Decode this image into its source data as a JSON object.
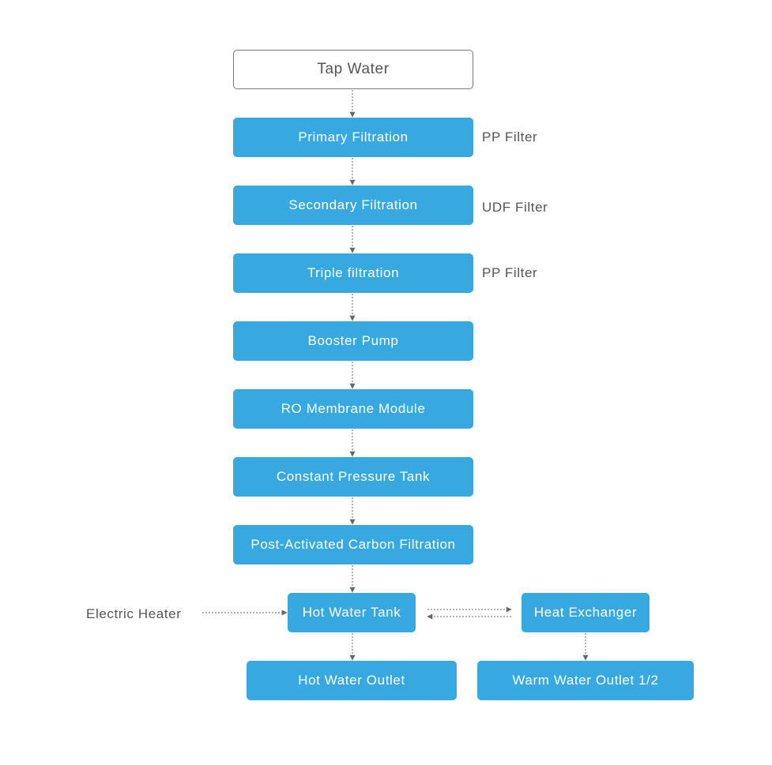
{
  "colors": {
    "box_fill": "#38a9e0",
    "box_text": "#ffffff",
    "outline": "#7a7a7a",
    "text": "#555555",
    "connector": "#666666"
  },
  "nodes": {
    "tap_water": "Tap Water",
    "primary_filtration": "Primary Filtration",
    "secondary_filtration": "Secondary Filtration",
    "triple_filtration": "Triple filtration",
    "booster_pump": "Booster Pump",
    "ro_membrane": "RO Membrane Module",
    "constant_pressure_tank": "Constant Pressure Tank",
    "post_carbon": "Post-Activated Carbon Filtration",
    "hot_water_tank": "Hot Water Tank",
    "heat_exchanger": "Heat Exchanger",
    "hot_water_outlet": "Hot Water Outlet",
    "warm_water_outlet": "Warm Water Outlet 1/2"
  },
  "labels": {
    "primary": "PP Filter",
    "secondary": "UDF Filter",
    "triple": "PP Filter",
    "heater": "Electric Heater"
  },
  "edges": [
    {
      "from": "tap_water",
      "to": "primary_filtration"
    },
    {
      "from": "primary_filtration",
      "to": "secondary_filtration"
    },
    {
      "from": "secondary_filtration",
      "to": "triple_filtration"
    },
    {
      "from": "triple_filtration",
      "to": "booster_pump"
    },
    {
      "from": "booster_pump",
      "to": "ro_membrane"
    },
    {
      "from": "ro_membrane",
      "to": "constant_pressure_tank"
    },
    {
      "from": "constant_pressure_tank",
      "to": "post_carbon"
    },
    {
      "from": "post_carbon",
      "to": "hot_water_tank"
    },
    {
      "from": "heater",
      "to": "hot_water_tank"
    },
    {
      "from": "hot_water_tank",
      "to": "heat_exchanger"
    },
    {
      "from": "heat_exchanger",
      "to": "hot_water_tank"
    },
    {
      "from": "hot_water_tank",
      "to": "hot_water_outlet"
    },
    {
      "from": "heat_exchanger",
      "to": "warm_water_outlet"
    }
  ]
}
